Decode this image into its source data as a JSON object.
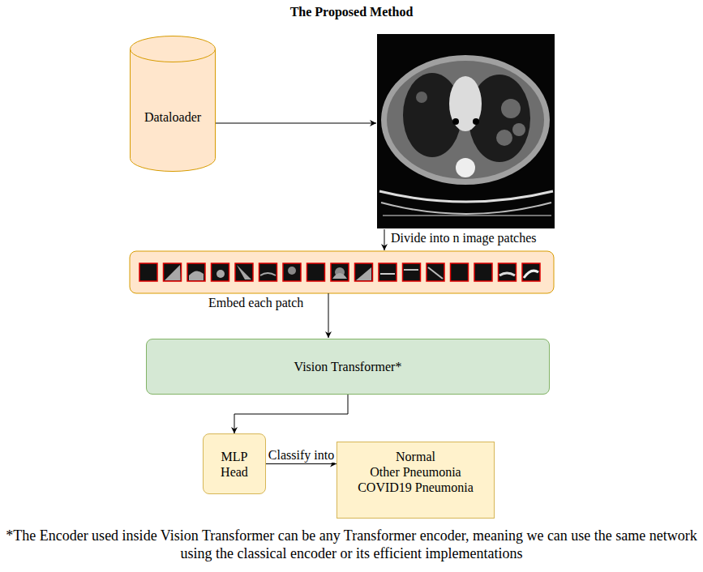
{
  "diagram": {
    "title": "The Proposed Method",
    "caption": "*The Encoder used inside Vision Transformer can be any Transformer encoder, meaning we can use the same network using the classical encoder or its efficient implementations",
    "nodes": [
      {
        "text": [
          "Dataloader"
        ]
      },
      {
        "text": [
          "Vision Transformer*"
        ]
      },
      {
        "text": [
          "MLP Head"
        ]
      },
      {
        "text": [
          "Normal",
          "Other Pneumonia",
          "COVID19 Pneumonia"
        ]
      }
    ],
    "edges": [
      {
        "from": 1,
        "to": 2,
        "arrow": "to"
      },
      {
        "from": 2,
        "to": 3,
        "label": "Classify into",
        "arrow": "to"
      }
    ],
    "labels": [
      "Divide into n image patches",
      "Embed each patch"
    ]
  }
}
